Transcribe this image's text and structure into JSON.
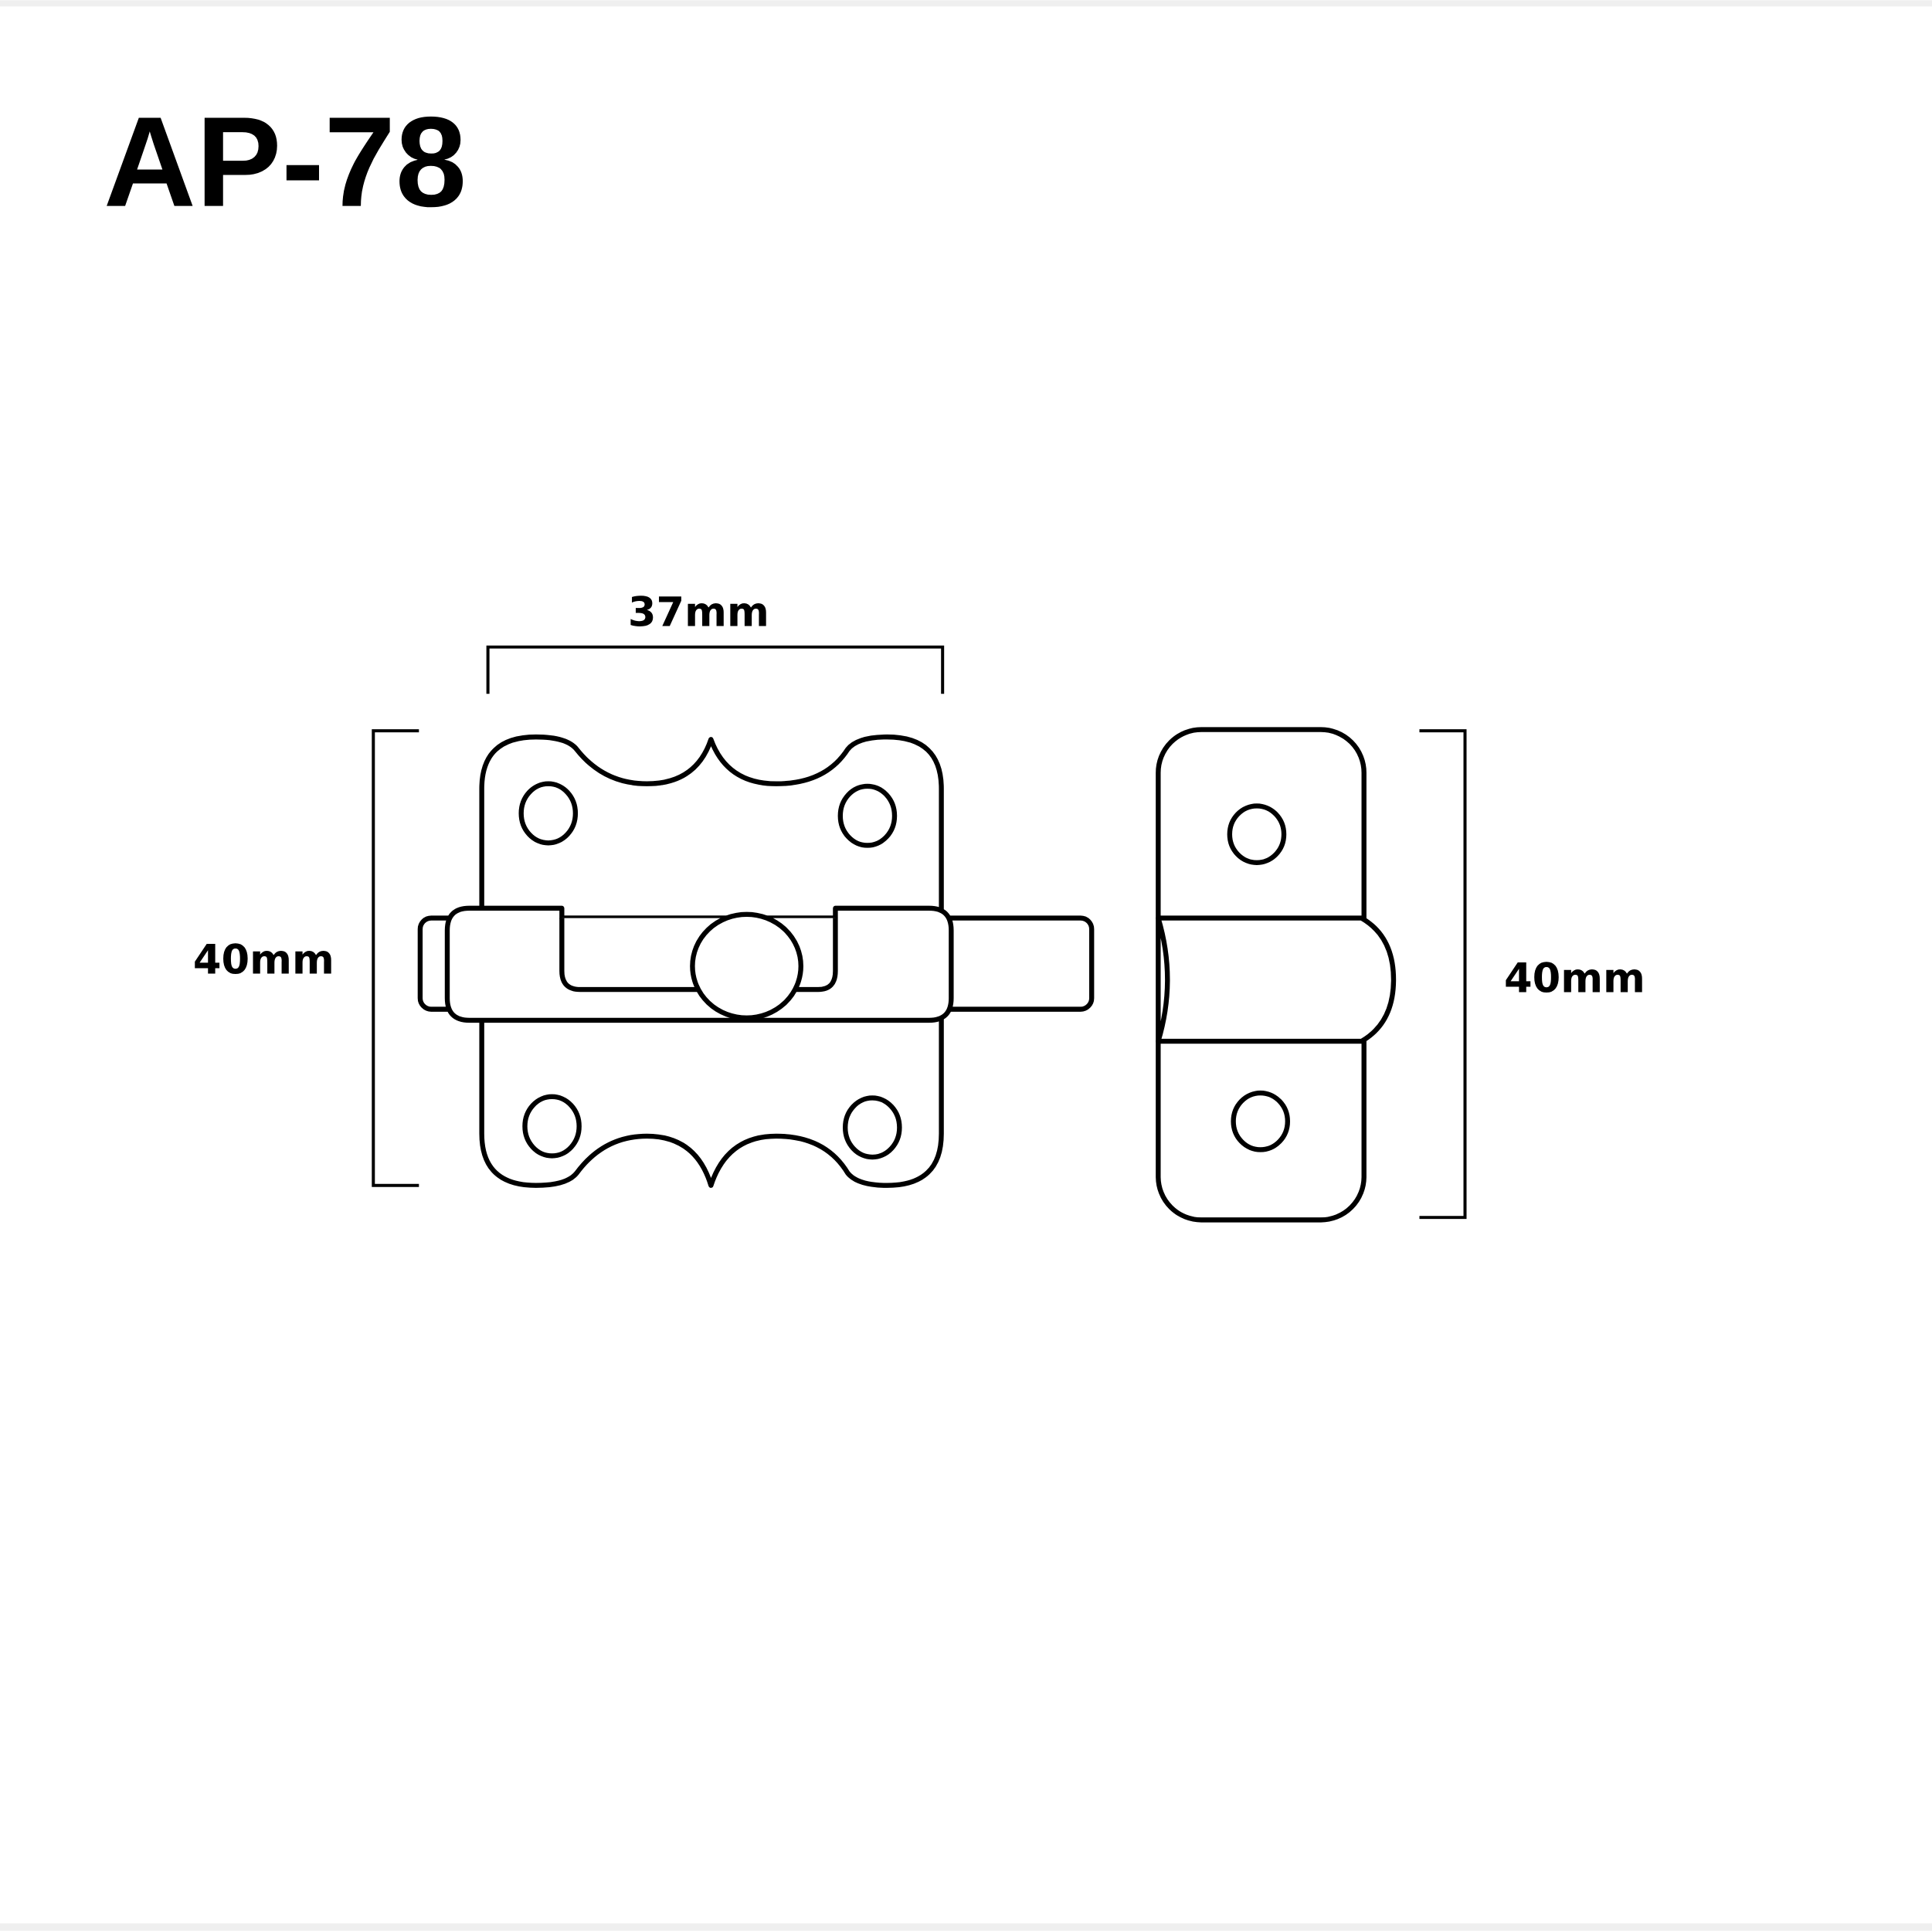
{
  "title": "AP-78",
  "dimensions": {
    "width_label": "37mm",
    "plate_height_label": "40mm",
    "keeper_height_label": "40mm"
  },
  "colors": {
    "line": "#000000",
    "background": "#ffffff",
    "border_band": "#efefef"
  }
}
